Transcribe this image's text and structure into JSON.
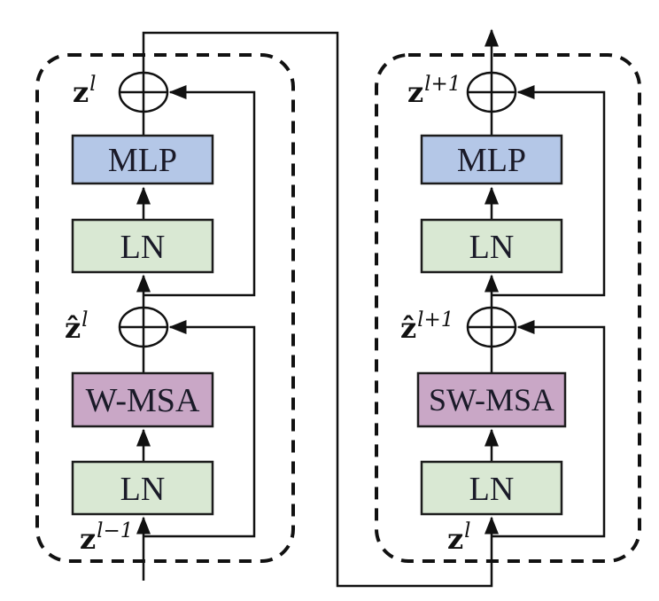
{
  "diagram": {
    "name": "two-successive-swin-transformer-blocks",
    "left_block": {
      "boxes": {
        "mlp": "MLP",
        "ln_upper": "LN",
        "msa": "W-MSA",
        "ln_lower": "LN"
      },
      "output_label": {
        "base": "z",
        "sup": "l"
      },
      "hidden_label": {
        "base": "ẑ",
        "sup": "l"
      },
      "input_label": {
        "base": "z",
        "sup": "l−1"
      }
    },
    "right_block": {
      "boxes": {
        "mlp": "MLP",
        "ln_upper": "LN",
        "msa": "SW-MSA",
        "ln_lower": "LN"
      },
      "output_label": {
        "base": "z",
        "sup": "l+1"
      },
      "hidden_label": {
        "base": "ẑ",
        "sup": "l+1"
      },
      "input_label": {
        "base": "z",
        "sup": "l"
      }
    },
    "operator_icon": "circled-plus"
  },
  "colors": {
    "mlp_fill": "#b4c7e7",
    "ln_fill": "#d9e8d3",
    "msa_fill": "#c9a7c6",
    "stroke": "#111111",
    "text": "#1a1a28",
    "background": "#ffffff"
  }
}
